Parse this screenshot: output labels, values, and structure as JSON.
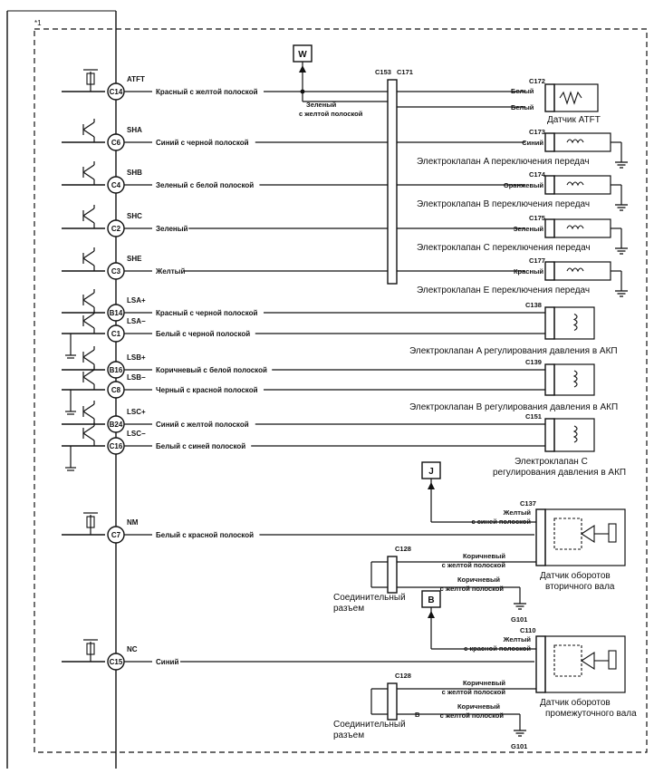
{
  "frame_marker": "*1",
  "connector_boxes": {
    "w": "W",
    "j": "J",
    "b": "B"
  },
  "bus": {
    "left_label": "C153",
    "right_label": "C171"
  },
  "rows": [
    {
      "pin": "C14",
      "signal": "ATFT",
      "wire": "Красный с желтой полоской"
    },
    {
      "pin": "C6",
      "signal": "SHA",
      "wire": "Синий с черной полоской"
    },
    {
      "pin": "C4",
      "signal": "SHB",
      "wire": "Зеленый с белой полоской"
    },
    {
      "pin": "C2",
      "signal": "SHC",
      "wire": "Зеленый"
    },
    {
      "pin": "C3",
      "signal": "SHE",
      "wire": "Желтый"
    },
    {
      "pin": "B14",
      "signal": "LSA+",
      "wire": "Красный с черной полоской"
    },
    {
      "pin": "C1",
      "signal": "LSA−",
      "wire": "Белый с черной полоской"
    },
    {
      "pin": "B16",
      "signal": "LSB+",
      "wire": "Коричневый с белой полоской"
    },
    {
      "pin": "C8",
      "signal": "LSB−",
      "wire": "Черный с красной полоской"
    },
    {
      "pin": "B24",
      "signal": "LSC+",
      "wire": "Синий с желтой полоской"
    },
    {
      "pin": "C16",
      "signal": "LSC−",
      "wire": "Белый с синей полоской"
    },
    {
      "pin": "C7",
      "signal": "NM",
      "wire": "Белый с красной полоской"
    },
    {
      "pin": "C15",
      "signal": "NC",
      "wire": "Синий"
    }
  ],
  "w_branch": {
    "line1": "Зеленый",
    "line2": "с желтой полоской"
  },
  "components": {
    "atft": {
      "conn": "C172",
      "wire1": "Белый",
      "wire2": "Белый",
      "name": "Датчик ATFT"
    },
    "sha": {
      "conn": "C173",
      "wire": "Синий",
      "name": "Электроклапан A переключения передач"
    },
    "shb": {
      "conn": "C174",
      "wire": "Оранжевый",
      "name": "Электроклапан B переключения передач"
    },
    "shc": {
      "conn": "C175",
      "wire": "Зеленый",
      "name": "Электроклапан C переключения передач"
    },
    "she": {
      "conn": "C177",
      "wire": "Красный",
      "name": "Электроклапан E переключения передач"
    },
    "lsa": {
      "conn": "C138",
      "name": "Электроклапан A регулирования давления в АКП"
    },
    "lsb": {
      "conn": "C139",
      "name": "Электроклапан B регулирования давления в АКП"
    },
    "lsc": {
      "conn": "C151",
      "name_line1": "Электроклапан C",
      "name_line2": "регулирования давления в АКП"
    },
    "nm": {
      "conn": "C137",
      "wire_line1": "Желтый",
      "wire_line2": "с синей полоской",
      "name_line1": "Датчик оборотов",
      "name_line2": "вторичного вала",
      "joint": "C128",
      "w1_line1": "Коричневый",
      "w1_line2": "с желтой полоской",
      "w2_line1": "Коричневый",
      "w2_line2": "с желтой полоской",
      "joint_label_line1": "Соединительный",
      "joint_label_line2": "разъем",
      "ground": "G101"
    },
    "nc": {
      "conn": "C110",
      "wire_line1": "Желтый",
      "wire_line2": "с красной полоской",
      "name_line1": "Датчик оборотов",
      "name_line2": "промежуточного вала",
      "joint": "C128",
      "w1_line1": "Коричневый",
      "w1_line2": "с желтой полоской",
      "w2_line1": "Коричневый",
      "w2_line2": "с желтой полоской",
      "joint_label_line1": "Соединительный",
      "joint_label_line2": "разъем",
      "ground": "G101",
      "mark": "B"
    }
  }
}
